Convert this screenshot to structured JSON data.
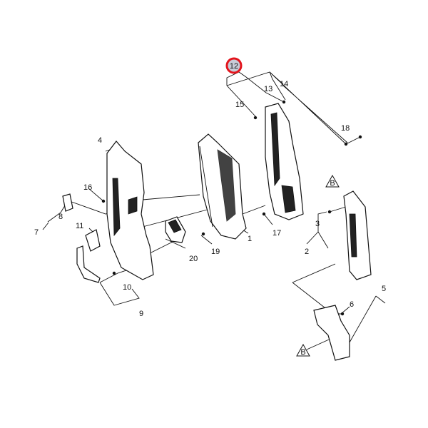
{
  "diagram": {
    "highlighted_callout": "12",
    "highlight_color": "#e3141c",
    "highlight_fill": "#c8ccd8",
    "callouts": {
      "c1": "1",
      "c2": "2",
      "c3": "3",
      "c4": "4",
      "c5": "5",
      "c6": "6",
      "c7": "7",
      "c8": "8",
      "c9": "9",
      "c10": "10",
      "c11": "11",
      "c12": "12",
      "c13": "13",
      "c14": "14",
      "c15": "15",
      "c16": "16",
      "c17": "17",
      "c18": "18",
      "c19": "19",
      "c20": "20"
    },
    "reference_marker": "B"
  }
}
